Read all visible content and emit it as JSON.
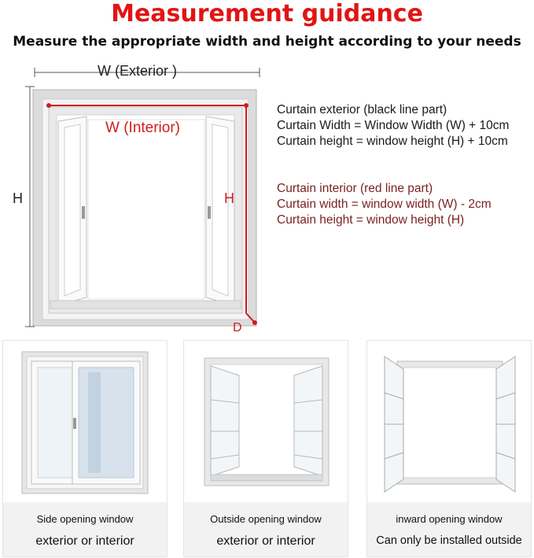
{
  "title": "Measurement guidance",
  "subtitle": "Measure the appropriate width and height according to your needs",
  "diagram": {
    "label_w_exterior": "W (Exterior )",
    "label_w_interior": "W (Interior)",
    "label_h_exterior": "H",
    "label_h_interior": "H",
    "label_d": "D"
  },
  "exterior_spec": {
    "heading": "Curtain exterior (black line part)",
    "width_rule": "Curtain Width = Window Width (W) + 10cm",
    "height_rule": "Curtain height = window height (H) + 10cm"
  },
  "interior_spec": {
    "heading": "Curtain interior (red line part)",
    "width_rule": "Curtain width = window width (W) - 2cm",
    "height_rule": "Curtain height = window height (H)"
  },
  "colors": {
    "accent_red": "#e01515",
    "interior_text": "#7a1f1f",
    "panel_bg": "#f2f2f2"
  },
  "window_types": [
    {
      "name": "Side opening window",
      "note": "exterior or interior"
    },
    {
      "name": "Outside opening window",
      "note": "exterior or interior"
    },
    {
      "name": "inward opening window",
      "note": "Can only be installed outside"
    }
  ]
}
